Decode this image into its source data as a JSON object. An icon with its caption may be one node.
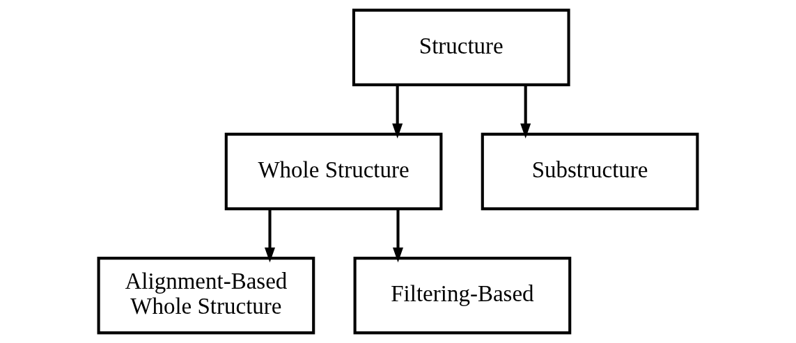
{
  "diagram": {
    "nodes": [
      {
        "text": [
          "Structure"
        ]
      },
      {
        "text": [
          "Whole Structure"
        ]
      },
      {
        "text": [
          "Substructure"
        ]
      },
      {
        "text": [
          "Alignment-Based Whole Structure"
        ]
      },
      {
        "text": [
          "Filtering-Based"
        ]
      }
    ],
    "edges": [
      {
        "from": 0,
        "to": 1,
        "arrow": "to"
      },
      {
        "from": 0,
        "to": 2,
        "arrow": "to"
      },
      {
        "from": 1,
        "to": 3,
        "arrow": "to"
      },
      {
        "from": 1,
        "to": 4,
        "arrow": "to"
      }
    ]
  }
}
